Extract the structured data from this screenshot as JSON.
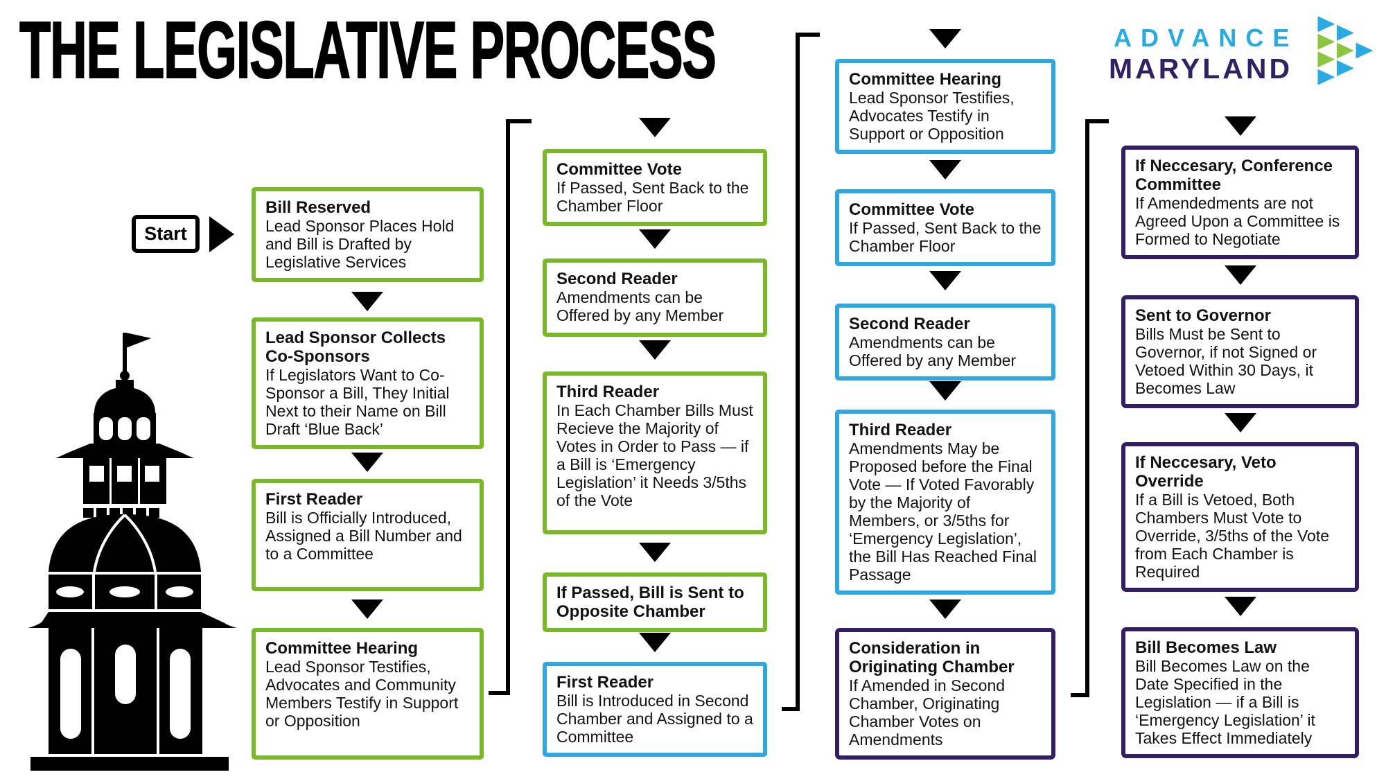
{
  "title": "THE LEGISLATIVE PROCESS",
  "logo": {
    "line1": "ADVANCE",
    "line2": "MARYLAND",
    "text_blue": "#29ABE2",
    "text_purple": "#2E2262",
    "mark_blue": "#29ABE2",
    "mark_green": "#8CC63F"
  },
  "start_label": "Start",
  "colors": {
    "green_border": "#7AB829",
    "blue_border": "#2FA8E1",
    "purple_border": "#331E63",
    "arrow_black": "#000000"
  },
  "icons": {
    "down_arrow": "black triangle pointing down",
    "start_arrow": "black triangle pointing right",
    "logo_mark": "right-pointing arrow mosaic of blue and green triangles",
    "capitol": "black silhouette of Maryland State House dome"
  },
  "columns": [
    {
      "name": "column-1",
      "theme": "green",
      "boxes": [
        {
          "title": "Bill Reserved",
          "body": "Lead Sponsor Places Hold and Bill is Drafted by Legislative Services",
          "border": "green"
        },
        {
          "title": "Lead Sponsor Collects Co-Sponsors",
          "body": "If Legislators Want to Co-Sponsor a Bill, They Initial Next to their Name on Bill Draft ‘Blue Back’",
          "border": "green"
        },
        {
          "title": "First Reader",
          "body": "Bill is Officially Introduced, Assigned a Bill Number and to a Committee",
          "border": "green"
        },
        {
          "title": "Committee Hearing",
          "body": "Lead Sponsor Testifies, Advocates and Community Members Testify in Support or Opposition",
          "border": "green"
        }
      ]
    },
    {
      "name": "column-2",
      "theme": "green",
      "boxes": [
        {
          "title": "Committee Vote",
          "body": "If Passed, Sent Back to the Chamber Floor",
          "border": "green"
        },
        {
          "title": "Second Reader",
          "body": "Amendments can be Offered by any Member",
          "border": "green"
        },
        {
          "title": "Third Reader",
          "body": "In Each Chamber Bills Must Recieve the Majority of Votes in Order to Pass — if a Bill is ‘Emergency Legislation’ it Needs 3/5ths of the Vote",
          "border": "green"
        },
        {
          "title": "If Passed, Bill is Sent to Opposite Chamber",
          "body": "",
          "border": "green"
        },
        {
          "title": "First Reader",
          "body": "Bill is Introduced in Second Chamber and Assigned to a Committee",
          "border": "blue"
        }
      ]
    },
    {
      "name": "column-3",
      "theme": "blue",
      "boxes": [
        {
          "title": "Committee Hearing",
          "body": "Lead Sponsor Testifies, Advocates Testify in Support or Opposition",
          "border": "blue"
        },
        {
          "title": "Committee Vote",
          "body": "If Passed, Sent Back to the Chamber Floor",
          "border": "blue"
        },
        {
          "title": "Second Reader",
          "body": "Amendments can be Offered by any Member",
          "border": "blue"
        },
        {
          "title": "Third Reader",
          "body": "Amendments May be Proposed before the Final Vote — If Voted Favorably by the Majority of Members, or 3/5ths for ‘Emergency Legislation’, the Bill Has Reached Final Passage",
          "border": "blue"
        },
        {
          "title": "Consideration in Originating Chamber",
          "body": "If Amended in Second Chamber, Originating Chamber Votes on Amendments",
          "border": "purple"
        }
      ]
    },
    {
      "name": "column-4",
      "theme": "purple",
      "boxes": [
        {
          "title": "If Neccesary, Conference Committee",
          "body": "If Amendedments are not Agreed Upon a Committee is Formed to Negotiate",
          "border": "purple"
        },
        {
          "title": "Sent to Governor",
          "body": "Bills Must be Sent to Governor, if not Signed or Vetoed Within 30 Days, it Becomes Law",
          "border": "purple"
        },
        {
          "title": "If Neccesary, Veto Override",
          "body": "If a Bill is Vetoed, Both Chambers Must Vote to Override, 3/5ths of the Vote from Each Chamber is Required",
          "border": "purple"
        },
        {
          "title": "Bill Becomes Law",
          "body": "Bill Becomes Law on the Date Specified in the Legislation — if a Bill is ‘Emergency Legislation’ it Takes Effect Immediately",
          "border": "purple"
        }
      ]
    }
  ]
}
